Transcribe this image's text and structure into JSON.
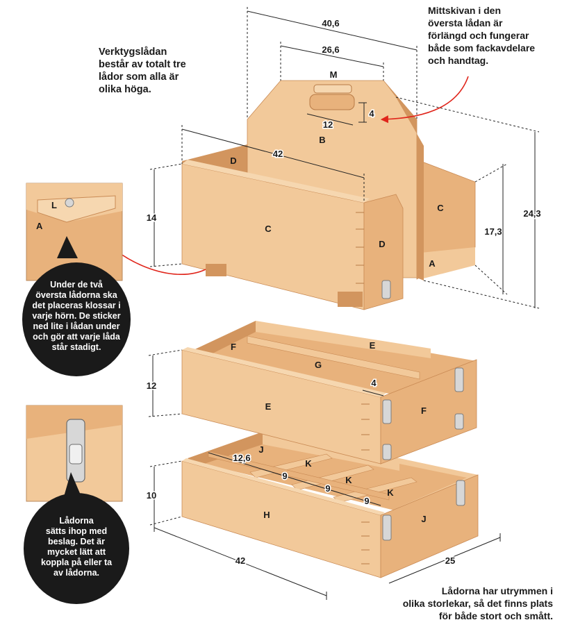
{
  "notes": {
    "top_left": [
      "Verktygslådan",
      "består av totalt tre",
      "lådor som alla är",
      "olika höga."
    ],
    "top_right": [
      "Mittskivan i den",
      "översta lådan är",
      "förlängd och fungerar",
      "både som fackavdelare",
      "och handtag."
    ],
    "bottom_right": [
      "Lådorna har utrymmen i",
      "olika storlekar, så det finns plats",
      "för både stort och smått."
    ]
  },
  "bubbles": {
    "corner_block": [
      "Under de två",
      "översta lådorna ska",
      "det placeras klossar i",
      "varje hörn. De sticker",
      "ned lite i lådan under",
      "och gör att varje låda",
      "står stadigt."
    ],
    "latch": [
      "Lådorna",
      "sätts ihop med",
      "beslag. Det är",
      "mycket lätt att",
      "koppla på eller ta",
      "av lådorna."
    ]
  },
  "inset_labels": {
    "block": "L",
    "side": "A"
  },
  "dimensions": {
    "total_width": "40,6",
    "handle_board_width": "26,6",
    "handle_slot_length": "12",
    "handle_slot_height": "4",
    "top_box_length": "42",
    "top_box_height": "14",
    "top_side_height": "17,3",
    "total_height": "24,3",
    "middle_box_height": "12",
    "divider_offset": "4",
    "bottom_box_height": "10",
    "bottom_compartment_1": "12,6",
    "bottom_compartment_2": "9",
    "bottom_compartment_3": "9",
    "bottom_compartment_4": "9",
    "bottom_length": "42",
    "bottom_depth": "25"
  },
  "parts": {
    "handle": "M",
    "middle_board": "B",
    "top_front": "C",
    "top_back_side": "C",
    "top_inner_end": "D",
    "top_front_end": "D",
    "top_bottom": "A",
    "mid_end_back": "F",
    "mid_back": "E",
    "mid_divider": "G",
    "mid_front": "E",
    "mid_end_front": "F",
    "bot_end_back": "J",
    "bot_divider_1": "K",
    "bot_divider_2": "K",
    "bot_divider_3": "K",
    "bot_front": "H",
    "bot_end_front": "J"
  },
  "colors": {
    "wood_light": "#f2c99a",
    "wood_mid": "#e8b27c",
    "wood_dark": "#d2955e",
    "wood_shadow": "#c98a54",
    "bubble": "#1a1a1a",
    "arrow": "#e0251b",
    "dim_line": "#222222"
  }
}
